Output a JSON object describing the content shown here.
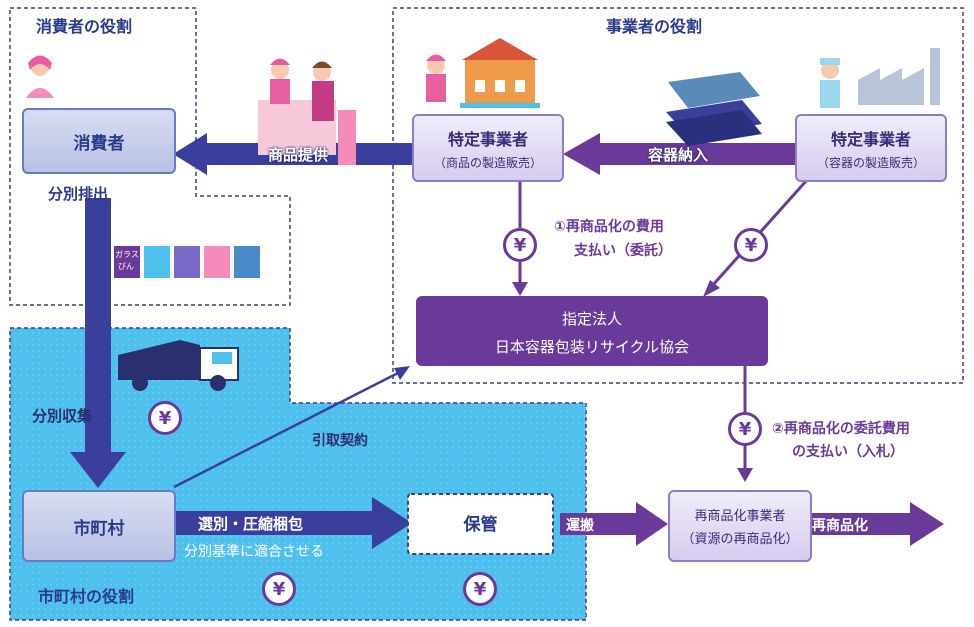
{
  "regions": {
    "consumer_role": "消費者の役割",
    "business_role": "事業者の役割",
    "municipality_role": "市町村の役割"
  },
  "nodes": {
    "consumer": "消費者",
    "retailer_title": "特定事業者",
    "retailer_sub": "（商品の製造販売）",
    "container_maker_title": "特定事業者",
    "container_maker_sub": "（容器の製造販売）",
    "jcpra_line1": "指定法人",
    "jcpra_line2": "日本容器包装リサイクル協会",
    "municipality": "市町村",
    "storage": "保管",
    "recycler_line1": "再商品化事業者",
    "recycler_line2": "（資源の再商品化）"
  },
  "flows": {
    "product_supply": "商品提供",
    "container_delivery": "容器納入",
    "sorted_disposal": "分別排出",
    "sorted_collection": "分別収集",
    "sorting_compression": "選別・圧縮梱包",
    "sorting_standard": "分別基準に適合させる",
    "pickup_contract": "引取契約",
    "transport": "運搬",
    "recycling": "再商品化"
  },
  "payments": {
    "payment1_line1": "①再商品化の費用",
    "payment1_line2": "支払い（委託）",
    "payment2_line1": "②再商品化の委託費用",
    "payment2_line2": "の支払い（入札）",
    "yen_symbol": "¥"
  },
  "bin_labels": {
    "glass_line1": "ガラス",
    "glass_line2": "びん"
  },
  "colors": {
    "navy_arrow": "#3a3f9e",
    "purple_arrow": "#6a3a9a",
    "municipality_area": "#4ec0ee",
    "dashed_border": "#3a3f7e"
  }
}
